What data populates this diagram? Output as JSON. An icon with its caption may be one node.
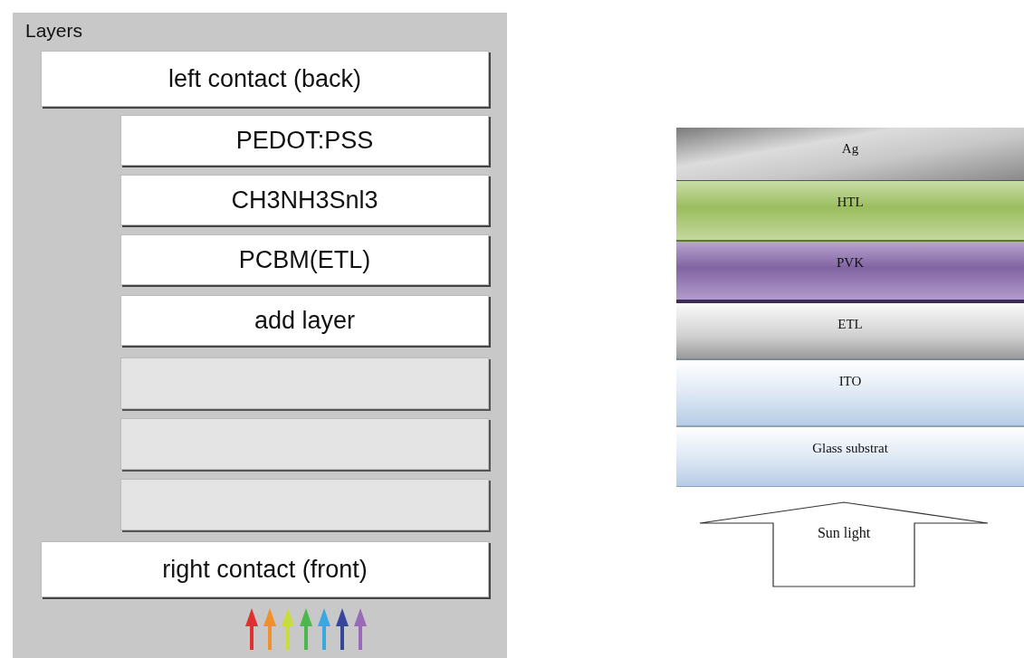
{
  "diagram": {
    "nodes": [
      {
        "text": [
          "Layers"
        ]
      },
      {
        "text": [
          "left contact (back)"
        ],
        "in": 0
      },
      {
        "text": [
          "PEDOT:PSS"
        ],
        "in": 0
      },
      {
        "text": [
          "CH3NH3Snl3"
        ],
        "in": 0
      },
      {
        "text": [
          "PCBM(ETL)"
        ],
        "in": 0
      },
      {
        "text": [
          "add layer"
        ],
        "in": 0
      },
      {
        "text": [],
        "shape": "box",
        "in": 0
      },
      {
        "text": [],
        "shape": "box",
        "in": 0
      },
      {
        "text": [],
        "shape": "box",
        "in": 0
      },
      {
        "text": [
          "right contact (front)"
        ],
        "in": 0
      },
      {
        "text": [
          "Ag"
        ]
      },
      {
        "text": [
          "HTL"
        ]
      },
      {
        "text": [
          "PVK"
        ]
      },
      {
        "text": [
          "ETL"
        ]
      },
      {
        "text": [
          "ITO"
        ]
      },
      {
        "text": [
          "Glass substrat"
        ]
      },
      {
        "text": [
          "Sun light"
        ]
      }
    ]
  }
}
